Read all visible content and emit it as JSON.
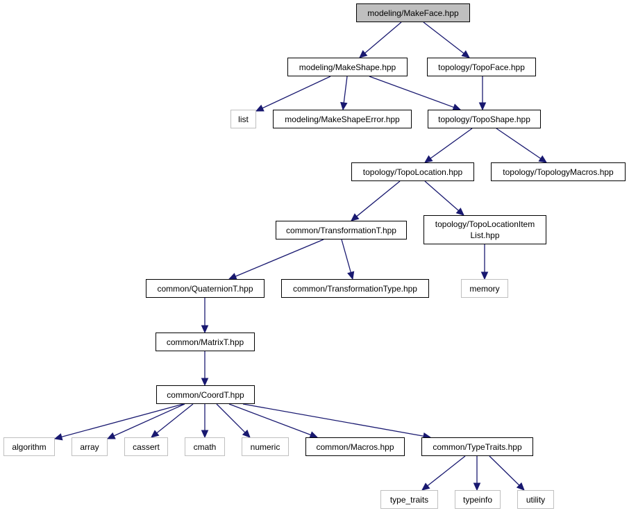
{
  "graph": {
    "edge_color": "#191970",
    "root_fill": "#bfbfbf",
    "external_border": "#bfbfbf",
    "nodes": {
      "makeface": {
        "label": "modeling/MakeFace.hpp"
      },
      "makeshape": {
        "label": "modeling/MakeShape.hpp"
      },
      "topoface": {
        "label": "topology/TopoFace.hpp"
      },
      "list": {
        "label": "list"
      },
      "makeshapeerror": {
        "label": "modeling/MakeShapeError.hpp"
      },
      "toposhape": {
        "label": "topology/TopoShape.hpp"
      },
      "topolocation": {
        "label": "topology/TopoLocation.hpp"
      },
      "topologymacros": {
        "label": "topology/TopologyMacros.hpp"
      },
      "transformationt": {
        "label": "common/TransformationT.hpp"
      },
      "topolocationitemlist": {
        "label_line1": "topology/TopoLocationItem",
        "label_line2": "List.hpp"
      },
      "quaterniont": {
        "label": "common/QuaternionT.hpp"
      },
      "transformationtype": {
        "label": "common/TransformationType.hpp"
      },
      "memory": {
        "label": "memory"
      },
      "matrixt": {
        "label": "common/MatrixT.hpp"
      },
      "coordt": {
        "label": "common/CoordT.hpp"
      },
      "algorithm": {
        "label": "algorithm"
      },
      "array": {
        "label": "array"
      },
      "cassert": {
        "label": "cassert"
      },
      "cmath": {
        "label": "cmath"
      },
      "numeric": {
        "label": "numeric"
      },
      "macros": {
        "label": "common/Macros.hpp"
      },
      "typetraits": {
        "label": "common/TypeTraits.hpp"
      },
      "type_traits": {
        "label": "type_traits"
      },
      "typeinfo": {
        "label": "typeinfo"
      },
      "utility": {
        "label": "utility"
      }
    }
  }
}
